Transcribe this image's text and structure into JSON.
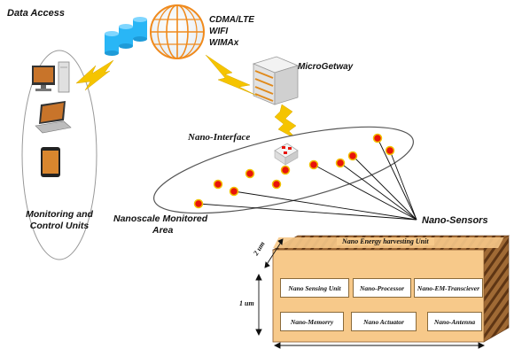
{
  "labels": {
    "data_access": "Data Access",
    "network_line1": "CDMA/LTE",
    "network_line2": "WIFI",
    "network_line3": "WIMAx",
    "micro_gateway": "MicroGetway",
    "nano_interface": "Nano-Interface",
    "monitoring_line1": "Monitoring and",
    "monitoring_line2": "Control Units",
    "monitored_area_line1": "Nanoscale Monitored",
    "monitored_area_line2": "Area",
    "nano_sensors": "Nano-Sensors"
  },
  "nano_node": {
    "top_label": "Nano Energy harvesting Unit",
    "depth_label": "2 um",
    "height_label": "1 um",
    "cells": [
      "Nano Sensing Unit",
      "Nano-Processor",
      "Nano-EM-Transciever",
      "Nano-Memorry",
      "Nano Actuator",
      "Nano-Antenna"
    ]
  },
  "colors": {
    "sensor_fill": "#e8140a",
    "sensor_outline": "#f2c200",
    "lightning": "#f5c400",
    "database": "#29b6f6",
    "globe": "#f08a1c",
    "box_front": "#f7c98a",
    "box_top": "#8b5a2b"
  }
}
